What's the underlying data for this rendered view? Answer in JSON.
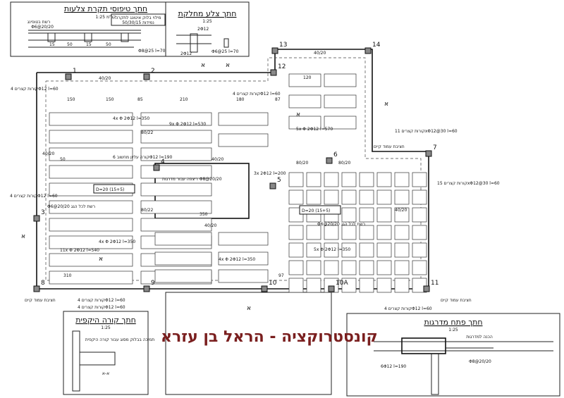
{
  "banner": "קונסטרוקציה - הראל בן עזרא",
  "colors": {
    "banner": "#7a1f1f",
    "lines": "#222222"
  },
  "detail_top_left": {
    "title": "חתך טיפוסי תקרת צלעות",
    "subtitle": "קנ\"מ 1:25",
    "block_note": "מילוי בלוק איטונג לתקרה",
    "block_size": "נמידות 50/30/15",
    "mesh": "רשת בטופינג",
    "mesh_spec": "Φ6@20/20",
    "dims": [
      "15",
      "50",
      "15",
      "50"
    ],
    "stirrup": "Φ8@25 l=70"
  },
  "detail_top_mid": {
    "title": "חתך צלע מחלקת",
    "scale": "1:25",
    "top_bar": "2Φ12",
    "bottom_bar": "2Φ12",
    "stirrup": "Φ6@25 l=70"
  },
  "detail_bottom_left": {
    "title": "חתך קורה היקפית",
    "scale": "1:25",
    "note": "תמיכה בבלוק מסוג עבור קורה היקפית",
    "section": "א-א"
  },
  "detail_bottom_right": {
    "title": "חתך פתח מדרגות",
    "scale": "1:25",
    "note": "הכנה למדרגות",
    "bars": "6Φ12 l=190",
    "mesh": "Φ8@20/20"
  },
  "plan": {
    "columns": [
      "1",
      "2",
      "3",
      "4",
      "5",
      "6",
      "7",
      "8",
      "9",
      "10",
      "10A",
      "11",
      "12",
      "13",
      "14"
    ],
    "beam_labels": [
      "40/20",
      "40/20",
      "40/20",
      "40/20",
      "40/20",
      "80/20",
      "80/20",
      "80/22",
      "80/22",
      "40/20"
    ],
    "slab_labels": [
      "D=20 (15+5)",
      "D=20 (15+5)"
    ],
    "mesh_labels": [
      "רשת לכל הגג Φ6@20/20",
      "רשת לכל הגג Φ6@20/20"
    ],
    "bar_labels": [
      "4x Φ 2Φ12 l=350",
      "9x Φ 2Φ12 l=530",
      "4x Φ 2Φ12 l=350",
      "11x Φ 2Φ12 l=540",
      "4x Φ 2Φ12 l=350",
      "5x Φ 2Φ12 l=570",
      "5x Φ 2Φ12 l=350",
      "3x 2Φ12 l=200"
    ],
    "stirrup_notes": [
      "קורות קצרים 4Φ12 l=60",
      "קורות קצרים 4Φ12 l=60",
      "קורות קצרים 11xΦ12@30 l=60",
      "קורות קצרים 15xΦ12@30 l=60",
      "קורות קצרים 4Φ12 l=60",
      "קורות קצרים 4Φ12 l=60",
      "קורות קצרים 4Φ12 l=60",
      "קורות קצרים 4Φ12 l=60"
    ],
    "column_notes": [
      "חציבת עמוד קיים",
      "חציבת עמוד קיים",
      "חציבת עמוד קיים"
    ],
    "stair_note": "קורה עליון מחשוב 6Φ12 l=190",
    "stair_mesh": "ריצפה עבור מדרגות Φ8@20/20",
    "section_mark": "א",
    "dims": [
      "150",
      "150",
      "85",
      "210",
      "180",
      "87",
      "120",
      "50",
      "350",
      "310",
      "97"
    ]
  }
}
